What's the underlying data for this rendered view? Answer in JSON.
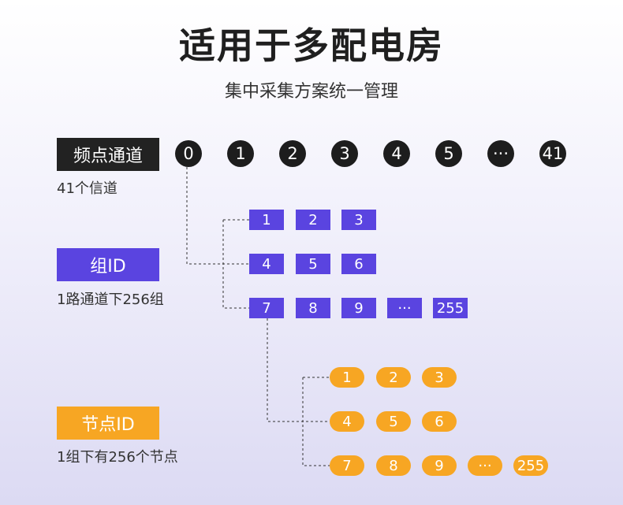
{
  "header": {
    "title": "适用于多配电房",
    "subtitle": "集中采集方案统一管理"
  },
  "labels": {
    "channel": "频点通道",
    "channel_desc": "41个信道",
    "group": "组ID",
    "group_desc": "1路通道下256组",
    "node": "节点ID",
    "node_desc": "1组下有256个节点"
  },
  "channels": [
    "0",
    "1",
    "2",
    "3",
    "4",
    "5",
    "···",
    "41"
  ],
  "groups": {
    "row1": [
      "1",
      "2",
      "3"
    ],
    "row2": [
      "4",
      "5",
      "6"
    ],
    "row3": [
      "7",
      "8",
      "9",
      "···",
      "255"
    ]
  },
  "nodes": {
    "row1": [
      "1",
      "2",
      "3"
    ],
    "row2": [
      "4",
      "5",
      "6"
    ],
    "row3": [
      "7",
      "8",
      "9",
      "···",
      "255"
    ]
  },
  "colors": {
    "dark": "#222222",
    "purple": "#5a44e0",
    "orange": "#f7a623"
  }
}
